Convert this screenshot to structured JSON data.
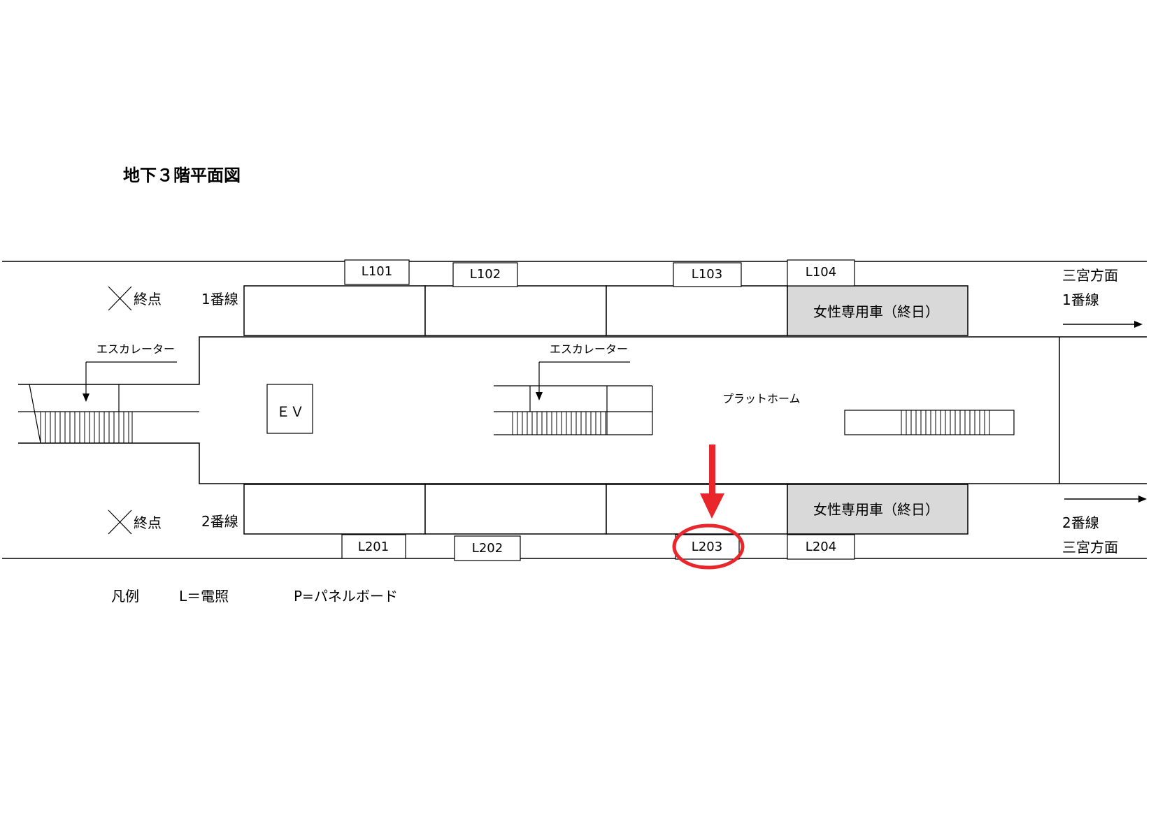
{
  "title": "地下３階平面図",
  "lights_top": [
    "L101",
    "L102",
    "L103",
    "L104"
  ],
  "lights_bottom": [
    "L201",
    "L202",
    "L203",
    "L204"
  ],
  "track1": {
    "label": "1番線",
    "terminus": "終点",
    "women_car": "女性専用車（終日）"
  },
  "track2": {
    "label": "2番線",
    "terminus": "終点",
    "women_car": "女性専用車（終日）"
  },
  "direction_right_top": {
    "line1": "三宮方面",
    "line2": "1番線"
  },
  "direction_right_bottom": {
    "line1": "2番線",
    "line2": "三宮方面"
  },
  "escalator_label": "エスカレーター",
  "ev_label": "ＥＶ",
  "platform_label": "プラットホーム",
  "legend": {
    "title": "凡例",
    "light": "L＝電照",
    "panel": "P=パネルボード"
  },
  "highlight": {
    "target": "L203",
    "color": "#e8262b"
  },
  "colors": {
    "women_car_fill": "#d9d9d9",
    "line": "#000000"
  }
}
